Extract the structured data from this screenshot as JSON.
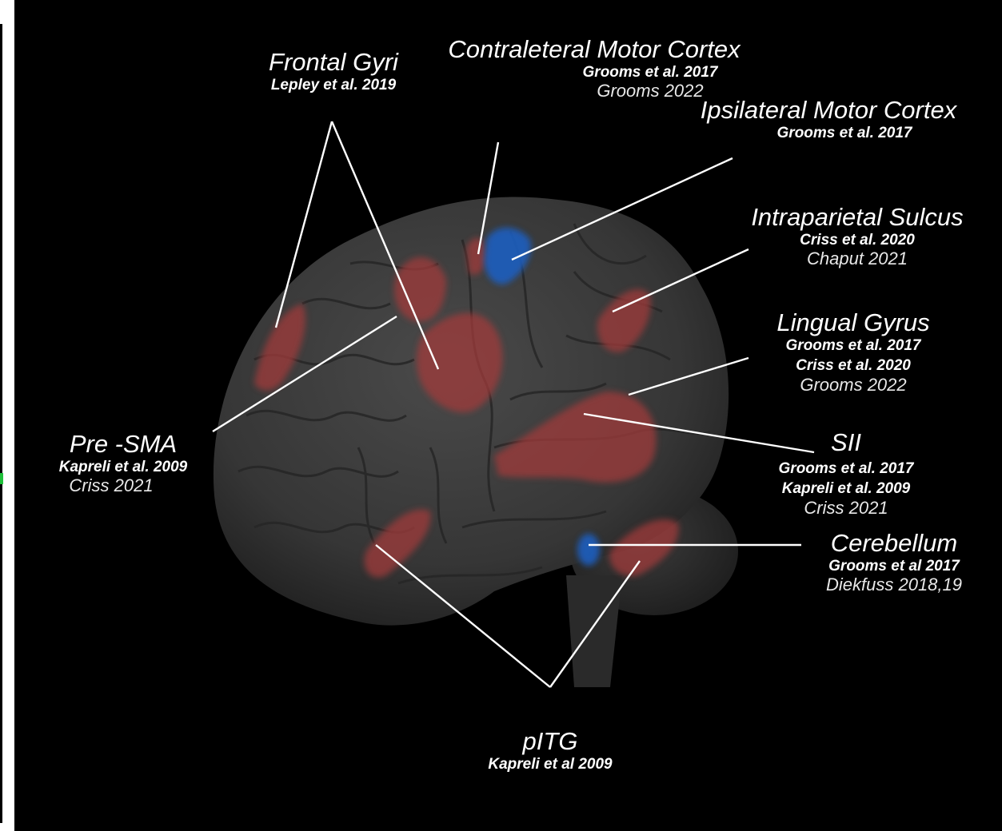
{
  "regions": {
    "frontal_gyri": {
      "title": "Frontal Gyri",
      "refs": [
        "Lepley et al. 2019"
      ]
    },
    "contralateral_motor": {
      "title": "Contraleteral Motor Cortex",
      "refs": [
        "Grooms et al. 2017"
      ],
      "refs_light": [
        "Grooms 2022"
      ]
    },
    "ipsilateral_motor": {
      "title": "Ipsilateral Motor Cortex",
      "refs": [
        "Grooms et al. 2017"
      ]
    },
    "intraparietal": {
      "title": "Intraparietal Sulcus",
      "refs": [
        "Criss et al. 2020"
      ],
      "refs_light": [
        "Chaput 2021"
      ]
    },
    "lingual": {
      "title": "Lingual Gyrus",
      "refs": [
        "Grooms et al. 2017",
        "Criss et al. 2020"
      ],
      "refs_light": [
        "Grooms 2022"
      ]
    },
    "sii": {
      "title": "SII",
      "refs": [
        "Grooms et al. 2017",
        "Kapreli et al. 2009"
      ],
      "refs_light": [
        "Criss 2021"
      ]
    },
    "cerebellum": {
      "title": "Cerebellum",
      "refs": [
        "Grooms et al 2017"
      ],
      "refs_light": [
        "Diekfuss 2018,19"
      ]
    },
    "pre_sma": {
      "title": "Pre -SMA",
      "refs": [
        "Kapreli et al. 2009"
      ],
      "refs_light": [
        "Criss 2021"
      ]
    },
    "pitg": {
      "title": "pITG",
      "refs": [
        "Kapreli et al 2009"
      ]
    }
  },
  "colors": {
    "background": "#000000",
    "brain": "#3a3a3a",
    "activation_red": "#a03a3a",
    "activation_blue": "#1f5fc0",
    "leader_line": "#ffffff"
  }
}
